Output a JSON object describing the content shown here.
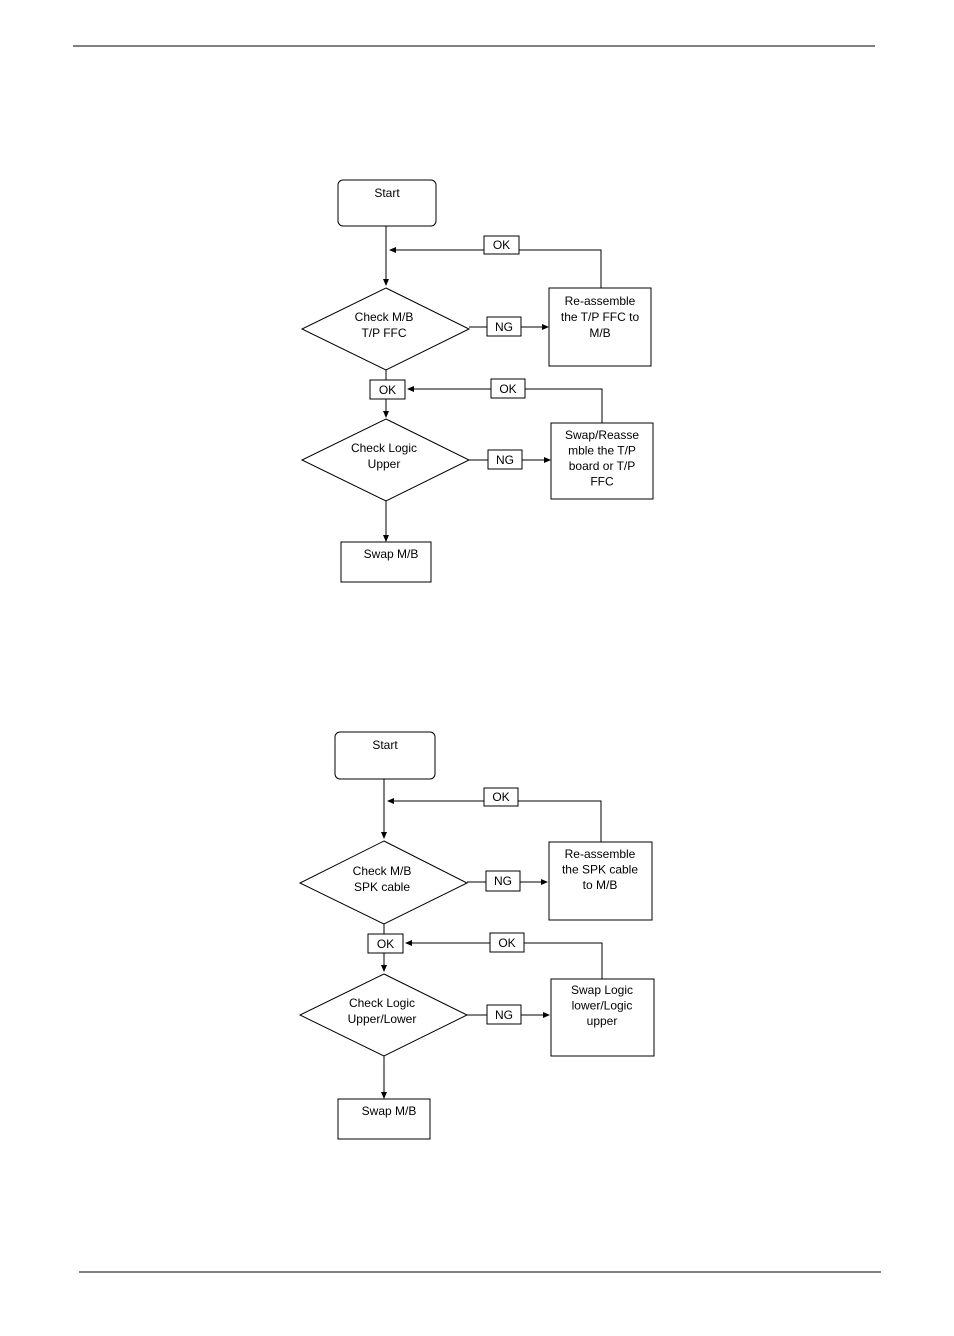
{
  "colors": {
    "line": "#000000",
    "page_background": "#ffffff"
  },
  "flow1": {
    "start": "Start",
    "ok_return_top": "OK",
    "check1": [
      "Check M/B",
      "T/P FFC"
    ],
    "ng1": "NG",
    "fix1": [
      "Re-assemble",
      "the T/P FFC to",
      "M/B"
    ],
    "ok_pass": "OK",
    "ok_return_mid": "OK",
    "check2": [
      "Check Logic",
      "Upper"
    ],
    "ng2": "NG",
    "fix2": [
      "Swap/Reasse",
      "mble the T/P",
      "board or T/P",
      "FFC"
    ],
    "end": "Swap M/B"
  },
  "flow2": {
    "start": "Start",
    "ok_return_top": "OK",
    "check1": [
      "Check M/B",
      "SPK cable"
    ],
    "ng1": "NG",
    "fix1": [
      "Re-assemble",
      "the SPK cable",
      "to M/B"
    ],
    "ok_pass": "OK",
    "ok_return_mid": "OK",
    "check2": [
      "Check Logic",
      "Upper/Lower"
    ],
    "ng2": "NG",
    "fix2": [
      "Swap Logic",
      "lower/Logic",
      "upper"
    ],
    "end": "Swap M/B"
  }
}
